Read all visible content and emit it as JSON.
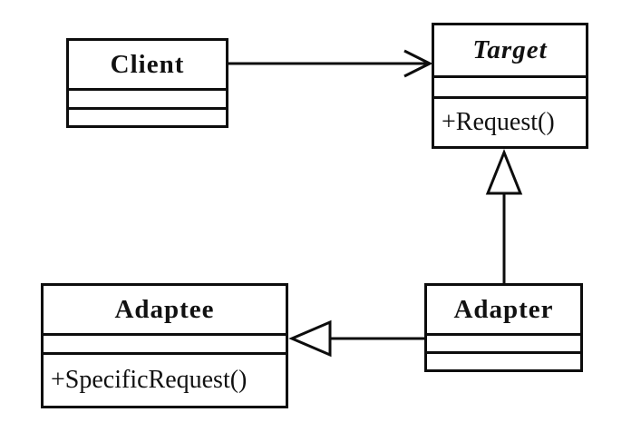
{
  "classes": {
    "client": {
      "name": "Client"
    },
    "target": {
      "name": "Target",
      "methods": [
        "+Request()"
      ]
    },
    "adaptee": {
      "name": "Adaptee",
      "methods": [
        "+SpecificRequest()"
      ]
    },
    "adapter": {
      "name": "Adapter"
    }
  },
  "relationships": [
    {
      "from": "Client",
      "to": "Target",
      "type": "association",
      "arrowhead": "open"
    },
    {
      "from": "Adapter",
      "to": "Target",
      "type": "generalization",
      "arrowhead": "hollow-triangle"
    },
    {
      "from": "Adapter",
      "to": "Adaptee",
      "type": "generalization",
      "arrowhead": "hollow-triangle"
    }
  ],
  "colors": {
    "line": "#0d0d0d",
    "background": "#ffffff",
    "text": "#111111"
  }
}
